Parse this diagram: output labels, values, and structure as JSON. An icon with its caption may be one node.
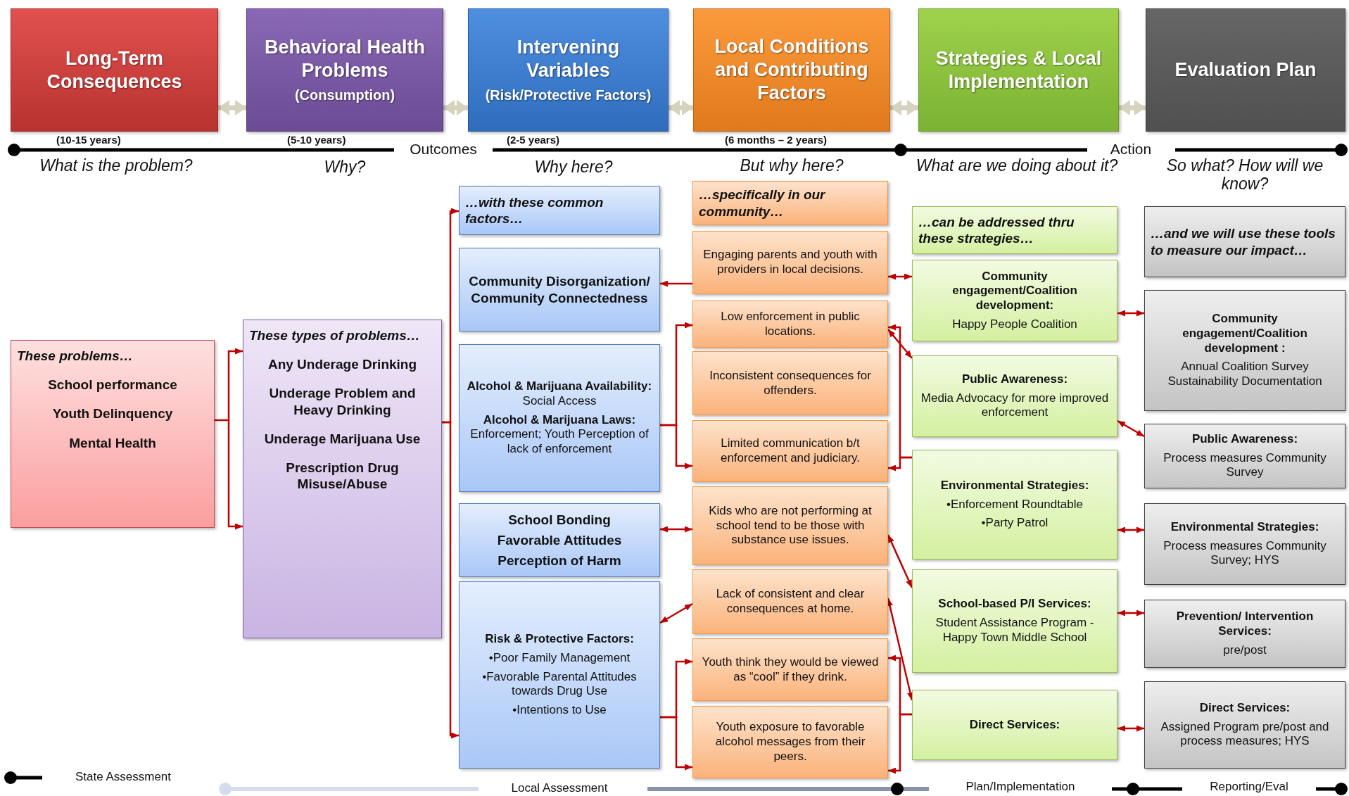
{
  "diagram": {
    "nodes": [
      {
        "text": [
          "Long-Term Consequences"
        ],
        "beside": [
          "(10-15 years)"
        ]
      },
      {
        "text": [
          "Behavioral Health Problems",
          "(Consumption)"
        ],
        "beside": [
          "(5-10 years)"
        ]
      },
      {
        "text": [
          "Intervening Variables",
          "(Risk/Protective Factors)"
        ],
        "beside": [
          "(2-5 years)"
        ]
      },
      {
        "text": [
          "Local Conditions and Contributing Factors"
        ],
        "beside": [
          "(6 months – 2 years)"
        ]
      },
      {
        "text": [
          "Strategies & Local Implementation"
        ]
      },
      {
        "text": [
          "Evaluation Plan"
        ]
      },
      {
        "text": [
          "These problems…",
          "School performance",
          "Youth Delinquency",
          "Mental Health"
        ]
      },
      {
        "text": [
          "These types of problems…",
          "Any Underage Drinking",
          "Underage Problem and Heavy Drinking",
          "Underage Marijuana Use",
          "Prescription Drug Misuse/Abuse"
        ]
      },
      {
        "text": [
          "…with these common factors…"
        ]
      },
      {
        "text": [
          "Community Disorganization/ Community Connectedness"
        ]
      },
      {
        "text": [
          "**Alcohol & Marijuana Availability:** Social Access",
          "**Alcohol & Marijuana Laws:** Enforcement; Youth Perception of lack of enforcement"
        ]
      },
      {
        "text": [
          "School Bonding",
          "Favorable Attitudes",
          "Perception of Harm"
        ]
      },
      {
        "text": [
          "Risk & Protective Factors:",
          "•Poor Family Management",
          "•Favorable Parental Attitudes towards Drug Use",
          "•Intentions to Use"
        ]
      },
      {
        "text": [
          "…specifically in our community…"
        ]
      },
      {
        "text": [
          "Engaging parents and youth with providers in local decisions."
        ]
      },
      {
        "text": [
          "Low enforcement in public locations."
        ]
      },
      {
        "text": [
          "Inconsistent consequences for offenders."
        ]
      },
      {
        "text": [
          "Limited communication b/t enforcement and judiciary."
        ]
      },
      {
        "text": [
          "Kids who are not performing at school tend to be those with substance use issues."
        ]
      },
      {
        "text": [
          "Lack of consistent and clear consequences at home."
        ]
      },
      {
        "text": [
          "Youth think they would be viewed as “cool” if they drink."
        ]
      },
      {
        "text": [
          "Youth exposure to favorable alcohol messages from their peers."
        ]
      },
      {
        "text": [
          "…can be addressed thru these strategies…"
        ]
      },
      {
        "text": [
          "Community engagement/Coalition development:",
          "Happy People Coalition"
        ]
      },
      {
        "text": [
          "Public Awareness:",
          "Media Advocacy for more improved enforcement"
        ]
      },
      {
        "text": [
          "Environmental Strategies:",
          "•Enforcement Roundtable",
          "•Party Patrol"
        ]
      },
      {
        "text": [
          "School-based P/I Services:",
          "Student Assistance Program - Happy Town Middle School"
        ]
      },
      {
        "text": [
          "Direct Services:"
        ]
      },
      {
        "text": [
          "…and we will use these tools to measure our impact…"
        ]
      },
      {
        "text": [
          "Community engagement/Coalition development :",
          "Annual Coalition Survey Sustainability Documentation"
        ]
      },
      {
        "text": [
          "Public Awareness:",
          "Process measures Community Survey"
        ]
      },
      {
        "text": [
          "Environmental Strategies:",
          "Process measures Community Survey; HYS"
        ]
      },
      {
        "text": [
          "Prevention/ Intervention Services:",
          "pre/post"
        ]
      },
      {
        "text": [
          "Direct Services:",
          "Assigned Program pre/post and process measures; HYS"
        ]
      }
    ],
    "edges": [
      {
        "from": 0,
        "to": 1,
        "arrow": "both",
        "style": "thick",
        "color": "#d6d2bd"
      },
      {
        "from": 1,
        "to": 2,
        "arrow": "both",
        "style": "thick",
        "color": "#d6d2bd"
      },
      {
        "from": 2,
        "to": 3,
        "arrow": "both",
        "style": "thick",
        "color": "#d6d2bd"
      },
      {
        "from": 3,
        "to": 4,
        "arrow": "both",
        "style": "thick",
        "color": "#d6d2bd"
      },
      {
        "from": 4,
        "to": 5,
        "arrow": "both",
        "style": "thick",
        "color": "#d6d2bd"
      },
      {
        "from": 6,
        "to": 7,
        "arrow": "to"
      },
      {
        "from": 7,
        "to": 8,
        "arrow": "to"
      },
      {
        "from": 7,
        "to": 12,
        "arrow": "to"
      },
      {
        "from": 14,
        "to": 9,
        "arrow": "to"
      },
      {
        "from": 10,
        "to": 15,
        "arrow": "to"
      },
      {
        "from": 10,
        "to": 17,
        "arrow": "to"
      },
      {
        "from": 11,
        "to": 18,
        "arrow": "both"
      },
      {
        "from": 12,
        "to": 19,
        "arrow": "both"
      },
      {
        "from": 12,
        "to": 20,
        "arrow": "to"
      },
      {
        "from": 12,
        "to": 21,
        "arrow": "to"
      },
      {
        "from": 14,
        "to": 23,
        "arrow": "both"
      },
      {
        "from": 15,
        "to": 24,
        "arrow": "both"
      },
      {
        "from": 25,
        "to": 15,
        "arrow": "to"
      },
      {
        "from": 25,
        "to": 17,
        "arrow": "to"
      },
      {
        "from": 18,
        "to": 26,
        "arrow": "both"
      },
      {
        "from": 19,
        "to": 27,
        "arrow": "both"
      },
      {
        "from": 27,
        "to": 20,
        "arrow": "to"
      },
      {
        "from": 27,
        "to": 21,
        "arrow": "to"
      },
      {
        "from": 23,
        "to": 29,
        "arrow": "both"
      },
      {
        "from": 24,
        "to": 30,
        "arrow": "both"
      },
      {
        "from": 25,
        "to": 31,
        "arrow": "both"
      },
      {
        "from": 26,
        "to": 32,
        "arrow": "both"
      },
      {
        "from": 27,
        "to": 33,
        "arrow": "both"
      }
    ],
    "labels": [
      "Outcomes",
      "Action",
      "What is the problem?",
      "Why?",
      "Why here?",
      "But why here?",
      "What are we doing about it?",
      "So what? How will we know?",
      "State Assessment",
      "Local Assessment",
      "Plan/Implementation",
      "Reporting/Eval"
    ]
  }
}
